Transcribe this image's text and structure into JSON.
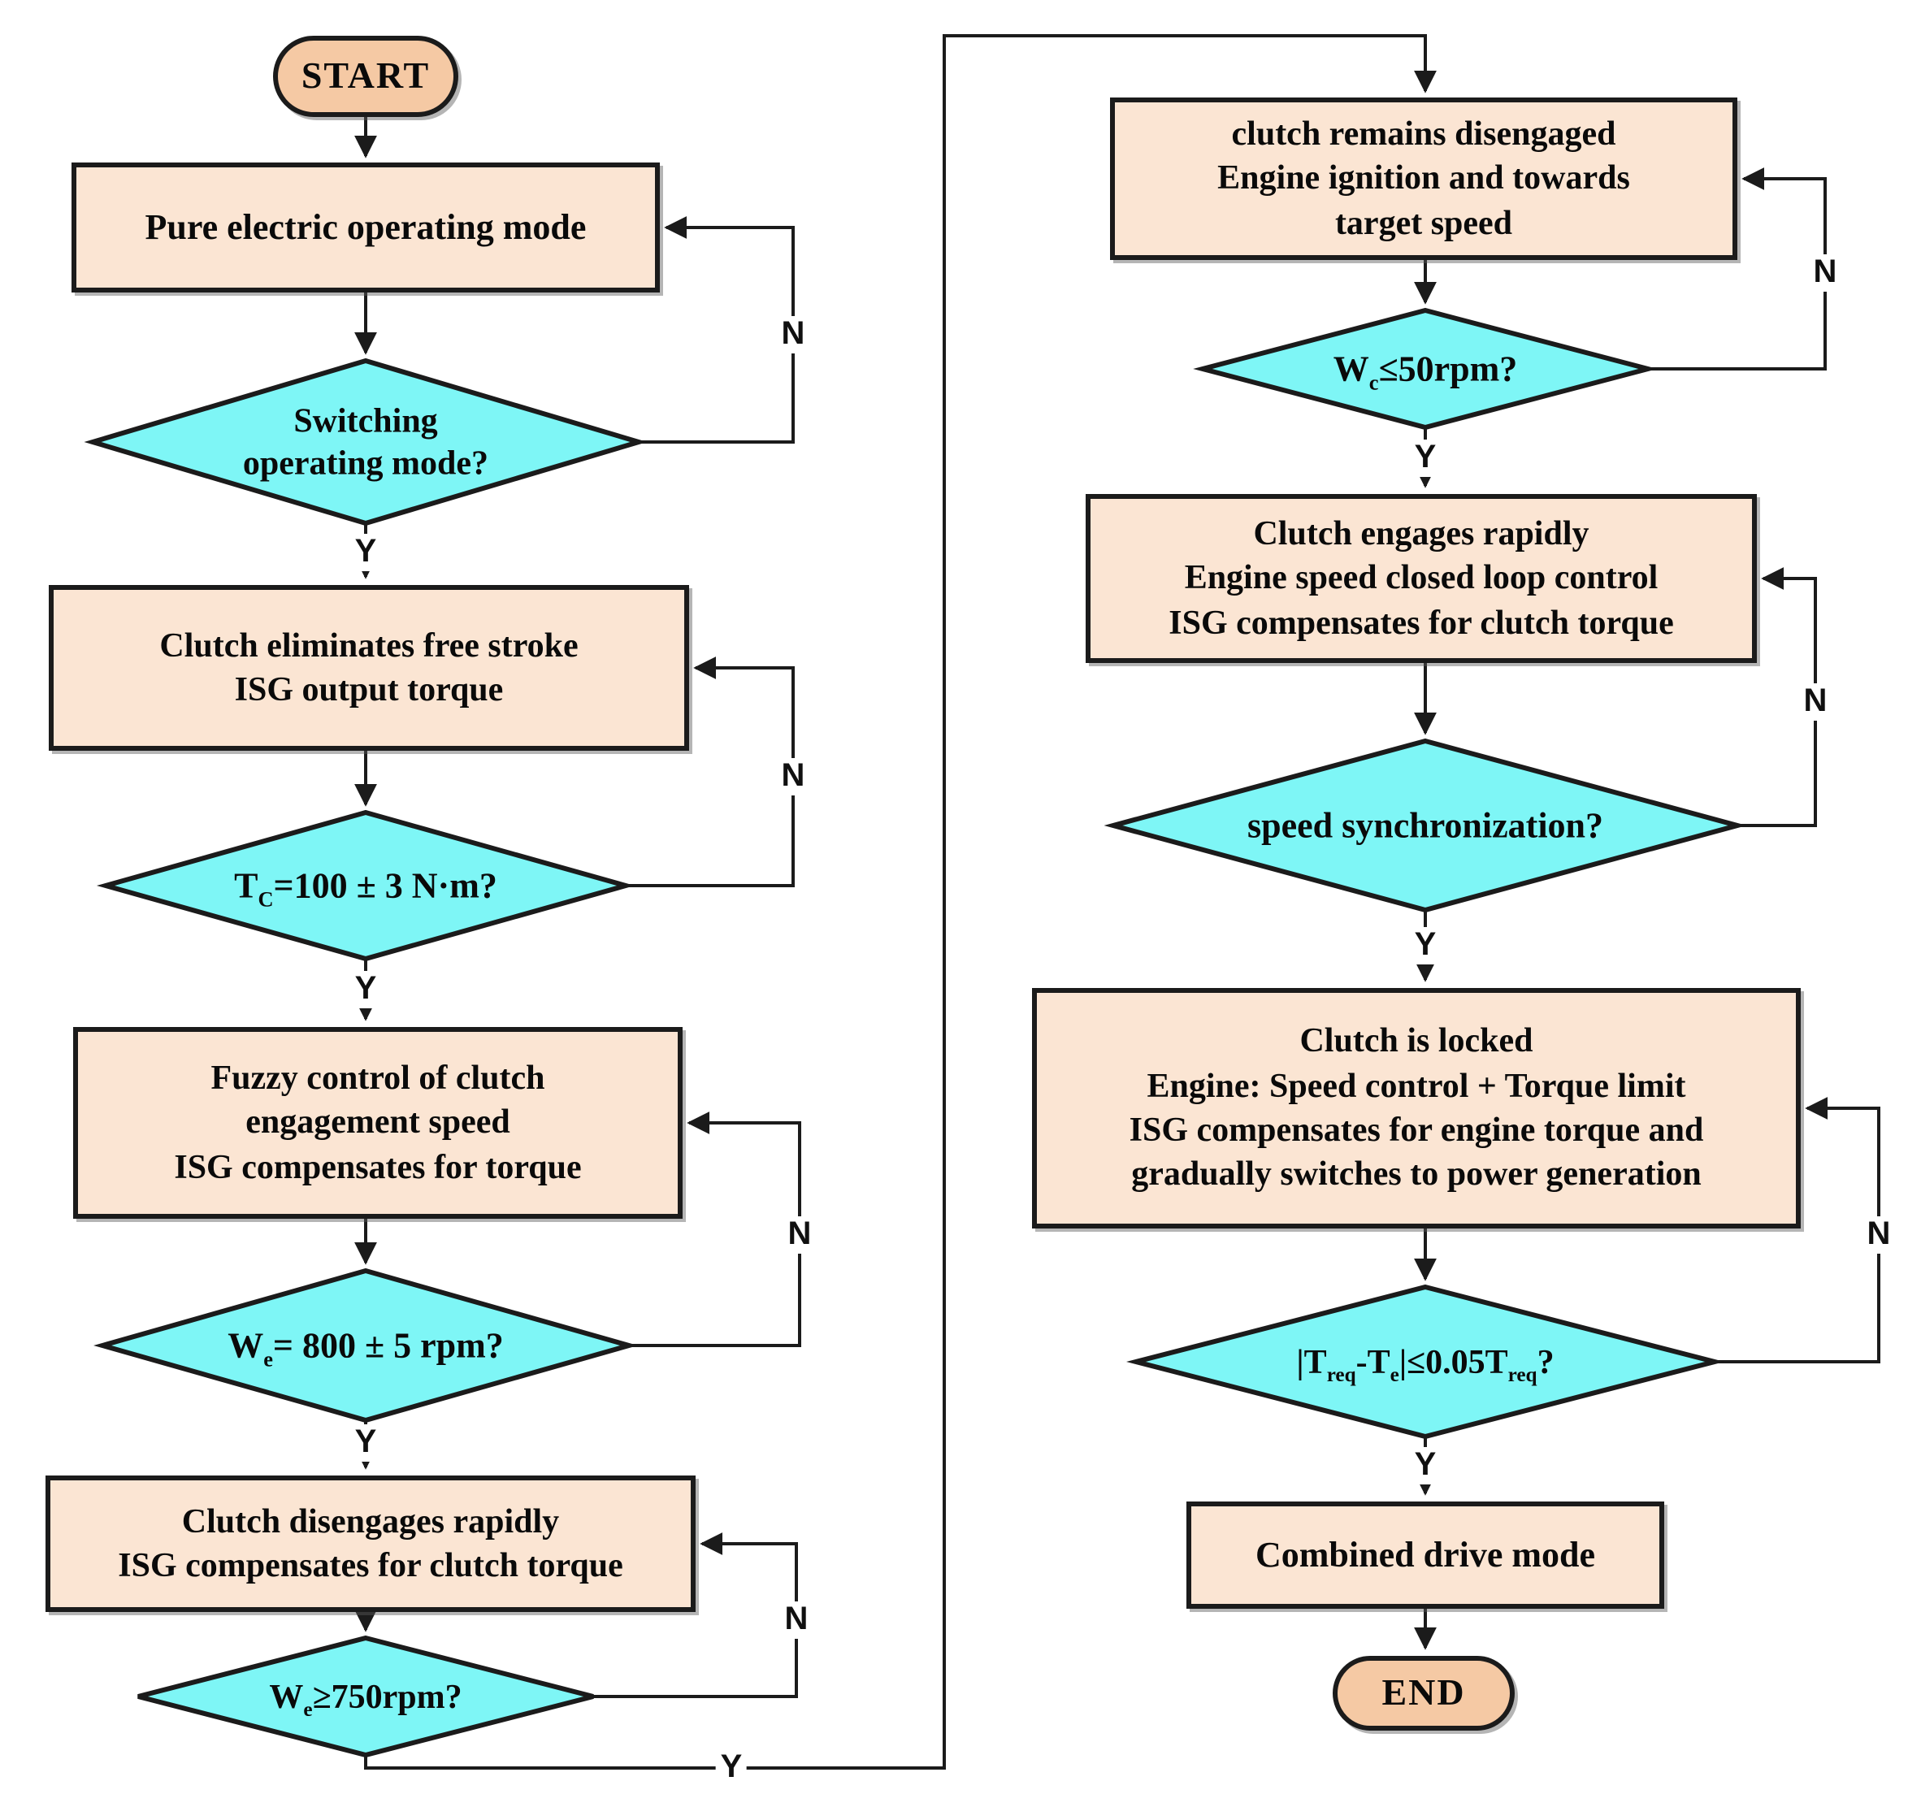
{
  "terminals": {
    "start": "START",
    "end": "END"
  },
  "edge_labels": {
    "yes": "Y",
    "no": "N"
  },
  "colors": {
    "process_fill": "#fbe5d3",
    "terminal_fill": "#f5c9a4",
    "decision_fill": "#7ef6f6",
    "line": "#1b1b1b",
    "background": "#ffffff"
  },
  "nodes": {
    "pure_electric": {
      "lines": [
        "Pure electric operating mode"
      ]
    },
    "switching": {
      "lines": [
        "Switching",
        "operating mode?"
      ]
    },
    "eliminate_stroke": {
      "lines": [
        "Clutch eliminates free stroke",
        "ISG output torque"
      ]
    },
    "tc_check": {
      "parts": [
        "T",
        "C",
        "=100 ± 3 N·m?"
      ]
    },
    "fuzzy_control": {
      "lines": [
        "Fuzzy control of clutch",
        "engagement speed",
        "ISG compensates for torque"
      ]
    },
    "we_800": {
      "parts": [
        "W",
        "e",
        "= 800 ± 5  rpm?"
      ]
    },
    "clutch_disengages": {
      "lines": [
        "Clutch disengages rapidly",
        "ISG compensates for clutch torque"
      ]
    },
    "we_750": {
      "parts": [
        "W",
        "e",
        "≥750rpm?"
      ]
    },
    "remains_disengaged": {
      "lines": [
        "clutch remains disengaged",
        "Engine ignition and towards",
        "target speed"
      ]
    },
    "wc_50": {
      "parts": [
        "W",
        "c",
        "≤50rpm?"
      ]
    },
    "engages_rapidly": {
      "lines": [
        "Clutch engages rapidly",
        "Engine speed closed loop control",
        "ISG compensates for clutch torque"
      ]
    },
    "speed_sync": {
      "lines": [
        "speed synchronization?"
      ]
    },
    "clutch_locked": {
      "lines": [
        "Clutch is locked",
        "Engine: Speed control + Torque limit",
        "ISG compensates for engine torque and",
        "gradually switches to power generation"
      ]
    },
    "torque_check": {
      "parts": [
        "|T",
        "req",
        "-T",
        "e",
        "|≤0.05T",
        "req",
        "?"
      ]
    },
    "combined_drive": {
      "lines": [
        "Combined drive mode"
      ]
    }
  }
}
